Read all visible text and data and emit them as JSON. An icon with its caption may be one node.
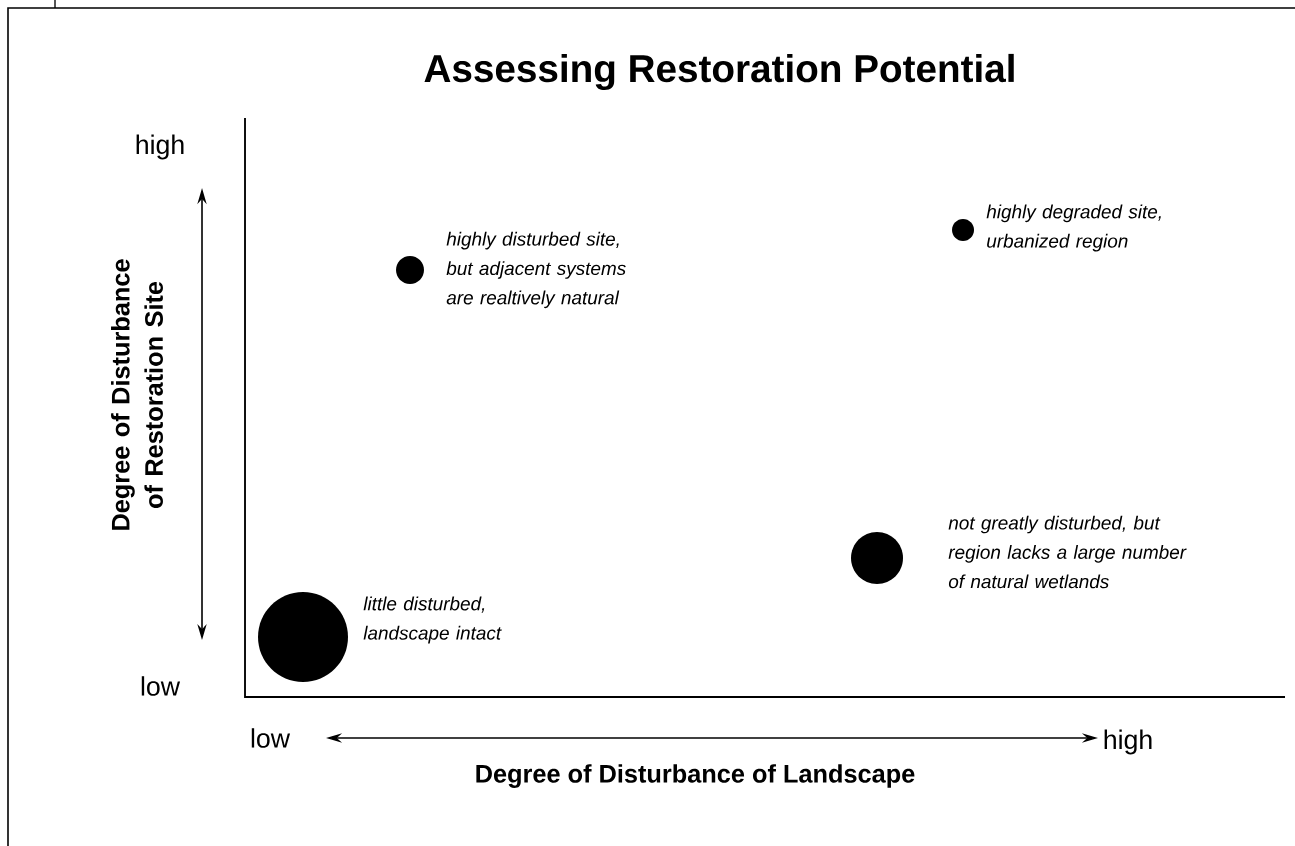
{
  "diagram": {
    "title": "Assessing Restoration Potential",
    "nodes": [
      {
        "text": [],
        "shape": "circle",
        "beside": [
          "highly degraded site, urbanized region"
        ]
      },
      {
        "text": [],
        "shape": "circle",
        "beside": [
          "highly disturbed site, but adjacent systems are realtively natural"
        ]
      },
      {
        "text": [],
        "shape": "circle",
        "beside": [
          "not greatly disturbed, but region lacks a large number of natural wetlands"
        ]
      },
      {
        "text": [],
        "shape": "circle",
        "beside": [
          "little disturbed, landscape intact"
        ]
      }
    ],
    "labels": [
      "high",
      "Degree of Disturbance of Restoration Site",
      "low",
      "low",
      "high",
      "Degree of Disturbance of Landscape"
    ]
  }
}
